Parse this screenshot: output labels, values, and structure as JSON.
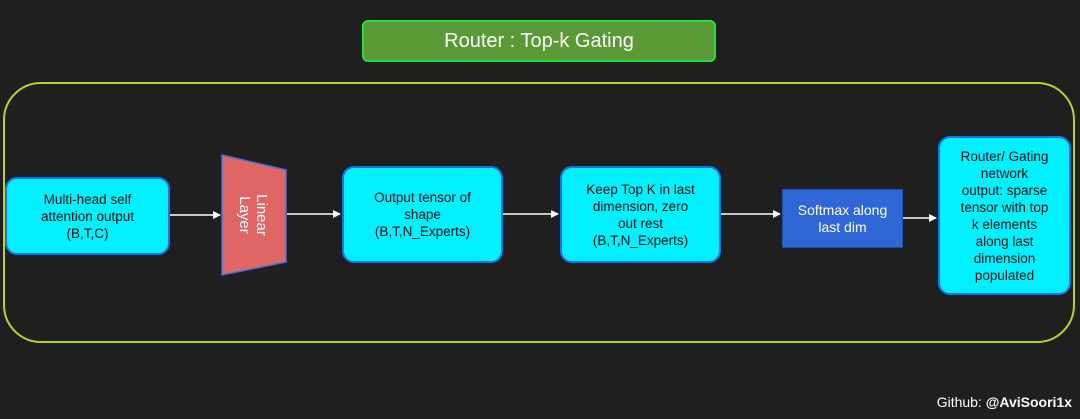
{
  "title": "Router : Top-k Gating",
  "nodes": {
    "input": "Multi-head self\nattention output\n(B,T,C)",
    "linear_layer": "Linear\nLayer",
    "output_tensor": "Output tensor of\nshape\n(B,T,N_Experts)",
    "topk": "Keep Top K in last\ndimension, zero\nout rest\n(B,T,N_Experts)",
    "softmax": "Softmax along\nlast dim",
    "router_output": "Router/ Gating\nnetwork\noutput: sparse\ntensor with top\nk elements\nalong last\ndimension\npopulated"
  },
  "footer": {
    "prefix": "Github: ",
    "handle": "@AviSoori1x"
  },
  "colors": {
    "background": "#1f1f1f",
    "title_fill": "#5a9a36",
    "title_border": "#22e035",
    "outer_border": "#bfcf2c",
    "node_fill": "#00f0ff",
    "node_border": "#1a73e8",
    "linear_fill": "#e06666",
    "softmax_fill": "#2f68d6"
  }
}
